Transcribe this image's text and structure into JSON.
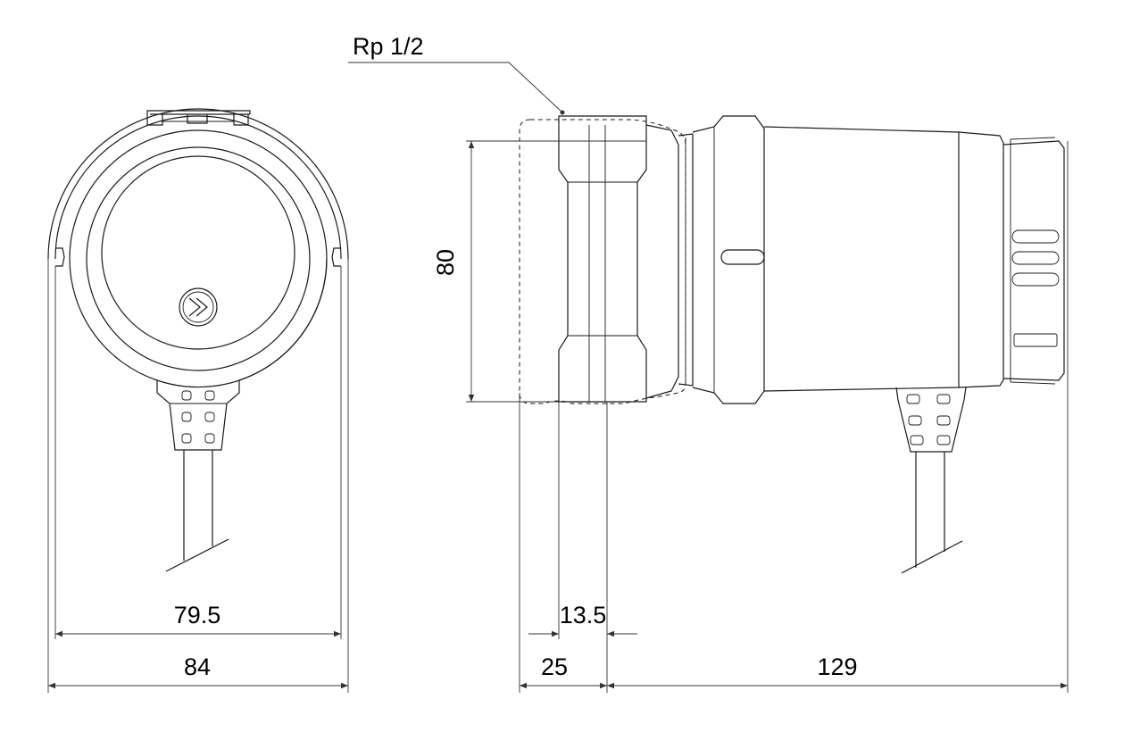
{
  "drawing": {
    "line_color": "#1a1a1a",
    "dimension_color": "#333333",
    "labels": {
      "thread": "Rp 1/2",
      "height": "80",
      "inner_width": "79.5",
      "outer_width": "84",
      "port_offset": "13.5",
      "port_length": "25",
      "body_length": "129"
    }
  }
}
